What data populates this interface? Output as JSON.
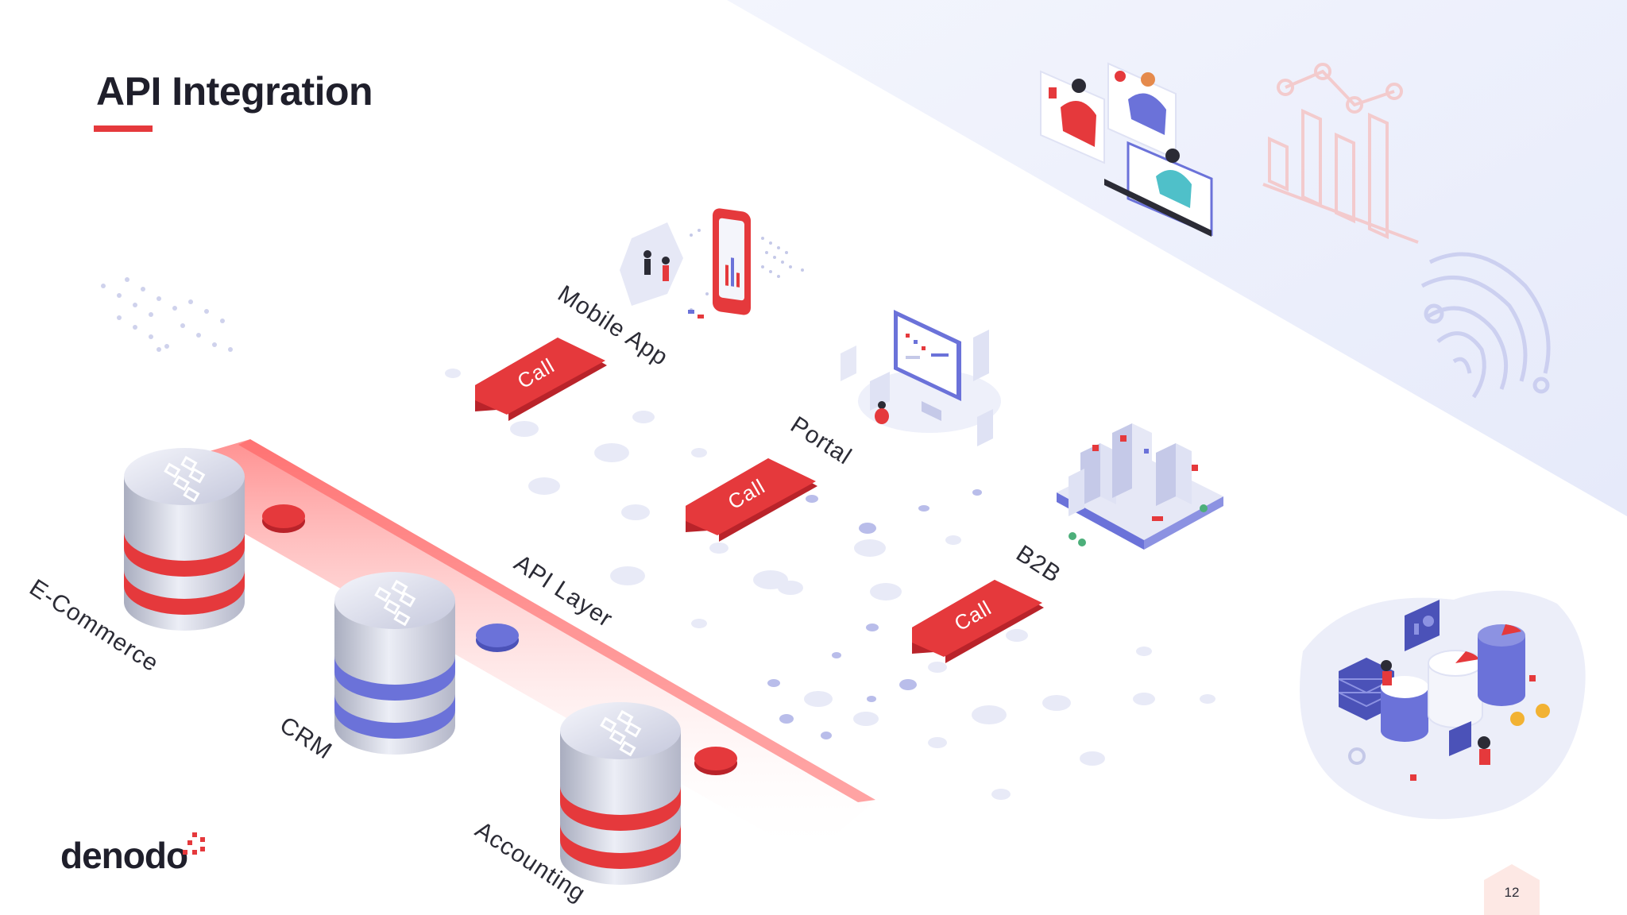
{
  "slide": {
    "title": "API Integration",
    "page_number": "12"
  },
  "brand": {
    "logo_text": "denodo",
    "accent_color": "#e5393c",
    "secondary_color": "#6b72d9"
  },
  "diagram": {
    "api_layer_label": "API Layer",
    "consumers": [
      {
        "label": "Mobile App",
        "call_label": "Call",
        "icon": "mobile-phone-illustration"
      },
      {
        "label": "Portal",
        "call_label": "Call",
        "icon": "desktop-computer-illustration"
      },
      {
        "label": "B2B",
        "call_label": "Call",
        "icon": "city-buildings-illustration"
      }
    ],
    "sources": [
      {
        "label": "E-Commerce",
        "icon": "database-icon",
        "color": "#e5393c"
      },
      {
        "label": "CRM",
        "icon": "database-icon",
        "color": "#6b72d9"
      },
      {
        "label": "Accounting",
        "icon": "database-icon",
        "color": "#e5393c"
      }
    ],
    "decorations": [
      "video-meeting-illustration",
      "bar-chart-icon",
      "fingerprint-icon",
      "data-analytics-illustration"
    ]
  }
}
